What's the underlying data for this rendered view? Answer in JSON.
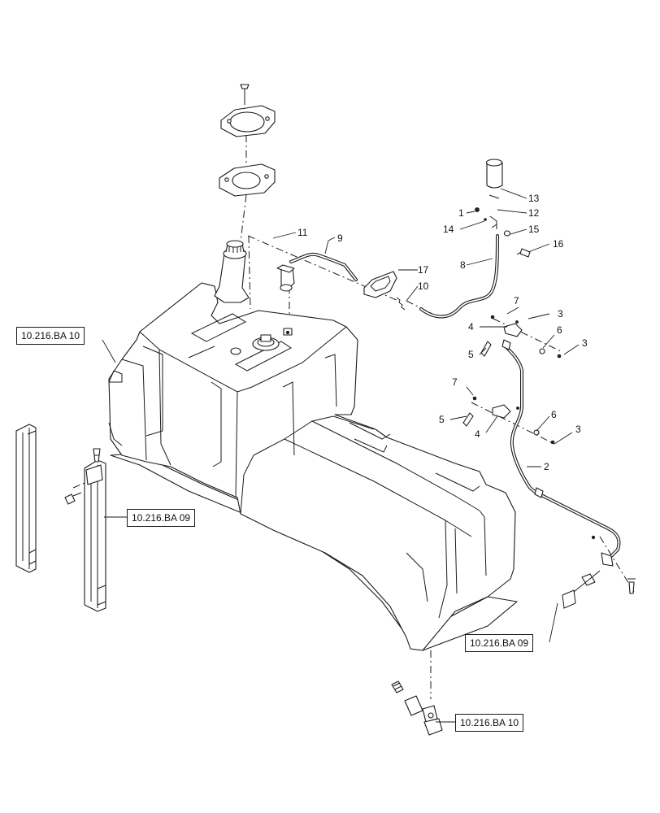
{
  "callouts": {
    "c1": "1",
    "c2": "2",
    "c3a": "3",
    "c3b": "3",
    "c3c": "3",
    "c4a": "4",
    "c4b": "4",
    "c5a": "5",
    "c5b": "5",
    "c6a": "6",
    "c6b": "6",
    "c7a": "7",
    "c7b": "7",
    "c8": "8",
    "c9": "9",
    "c10": "10",
    "c11": "11",
    "c12": "12",
    "c13": "13",
    "c14": "14",
    "c15": "15",
    "c16": "16",
    "c17": "17"
  },
  "references": {
    "ref_left_top": "10.216.BA 10",
    "ref_left_mid": "10.216.BA 09",
    "ref_right": "10.216.BA 09",
    "ref_bottom": "10.216.BA 10"
  }
}
